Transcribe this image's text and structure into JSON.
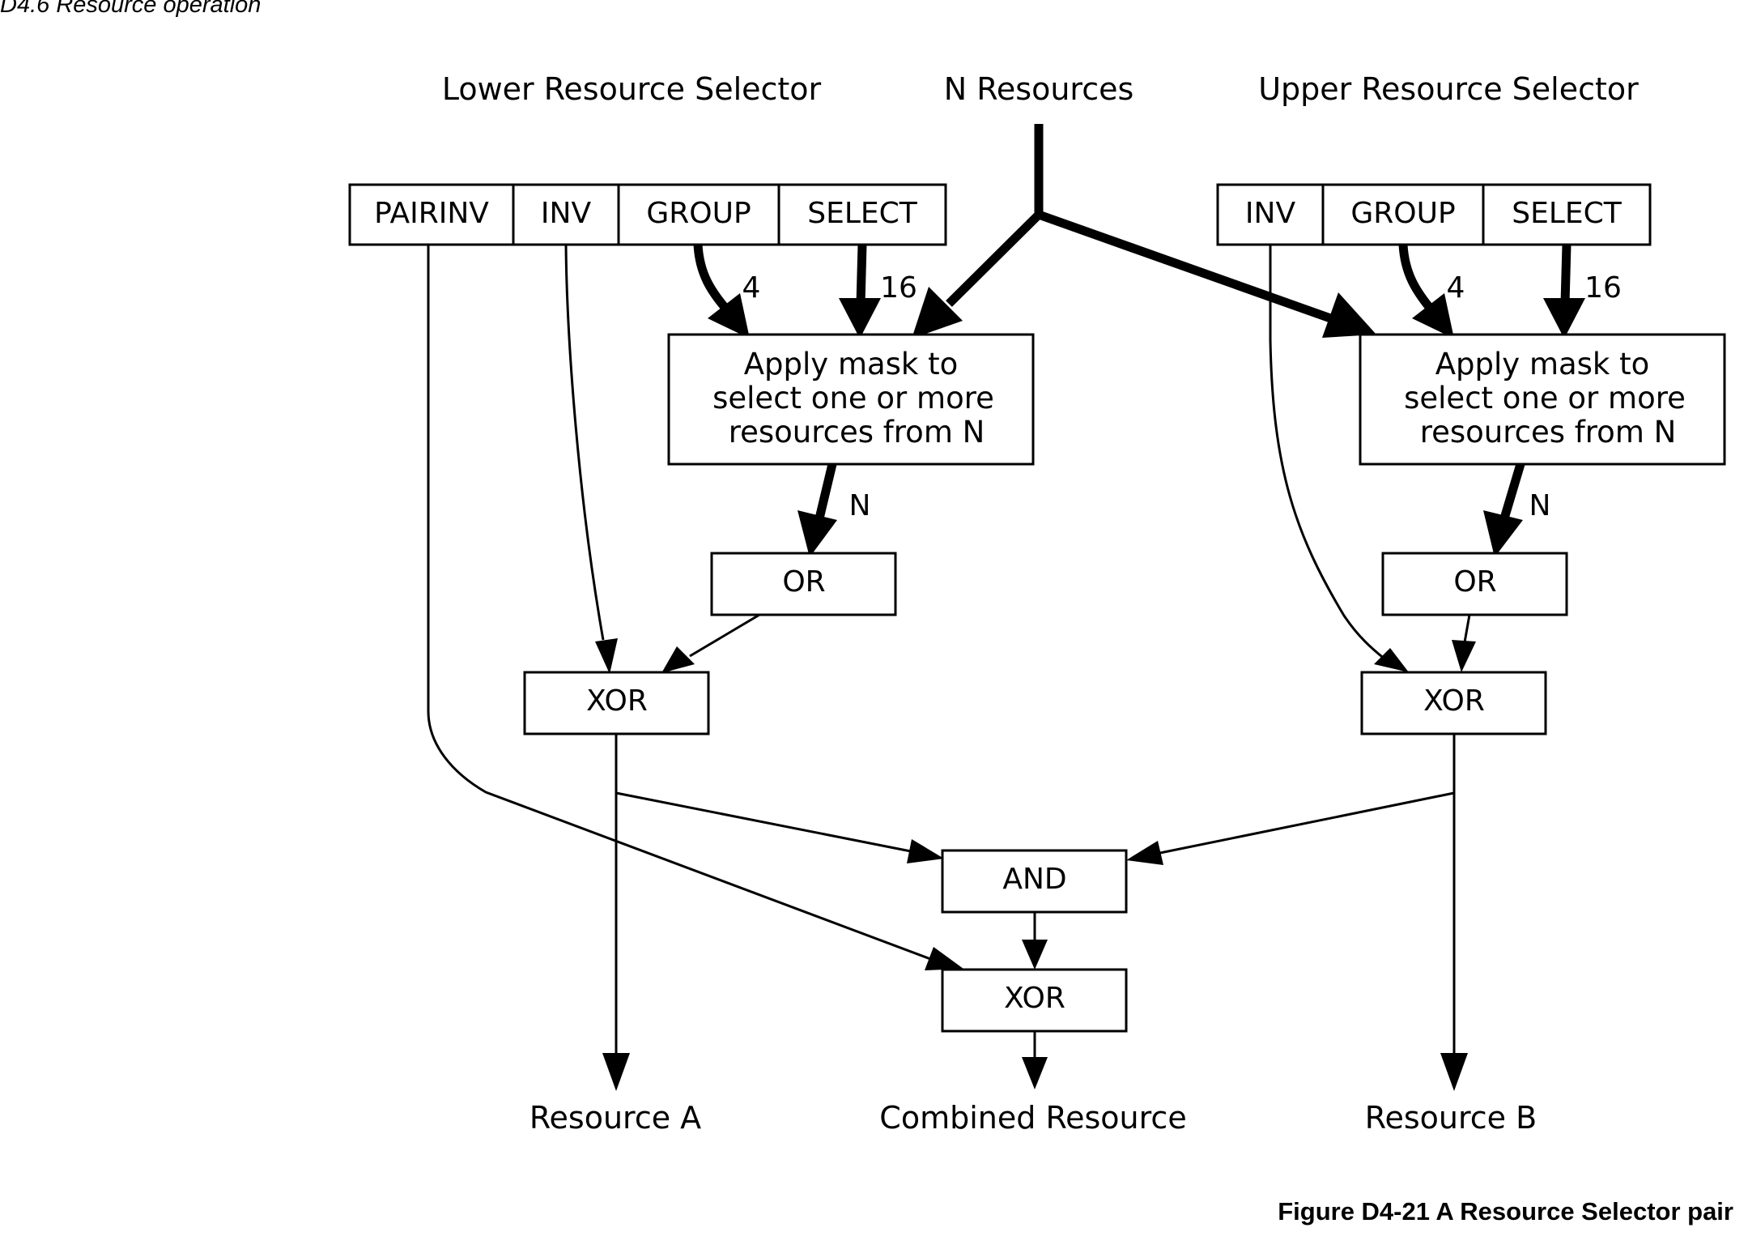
{
  "section_header": "D4.6 Resource operation",
  "figure_caption": "Figure D4-21 A Resource Selector pair",
  "labels": {
    "lower_selector": "Lower Resource Selector",
    "n_resources": "N Resources",
    "upper_selector": "Upper Resource Selector"
  },
  "lower_fields": {
    "pairinv": "PAIRINV",
    "inv": "INV",
    "group": "GROUP",
    "select": "SELECT"
  },
  "upper_fields": {
    "inv": "INV",
    "group": "GROUP",
    "select": "SELECT"
  },
  "bus_widths": {
    "group": "4",
    "select": "16",
    "mask_out": "N"
  },
  "mask_box": {
    "line1": "Apply mask to",
    "line2": "select one or more",
    "line3": "resources from N"
  },
  "gates": {
    "or": "OR",
    "xor": "XOR",
    "and": "AND"
  },
  "outputs": {
    "resource_a": "Resource A",
    "combined": "Combined Resource",
    "resource_b": "Resource B"
  }
}
